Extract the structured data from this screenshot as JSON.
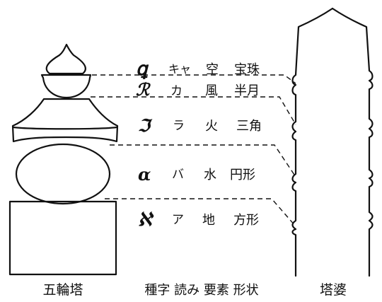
{
  "rows": [
    {
      "seed_syllable": "ꝗ",
      "reading": "キャ",
      "element": "空",
      "shape": "宝珠"
    },
    {
      "seed_syllable": "ℛ",
      "reading": "カ",
      "element": "風",
      "shape": "半月"
    },
    {
      "seed_syllable": "ℑ",
      "reading": "ラ",
      "element": "火",
      "shape": "三角"
    },
    {
      "seed_syllable": "ɑ",
      "reading": "バ",
      "element": "水",
      "shape": "円形"
    },
    {
      "seed_syllable": "ℵ",
      "reading": "ア",
      "element": "地",
      "shape": "方形"
    }
  ],
  "captions": {
    "gorinto": "五輪塔",
    "headers": "種字 読み 要素 形状",
    "stupa": "塔婆"
  }
}
